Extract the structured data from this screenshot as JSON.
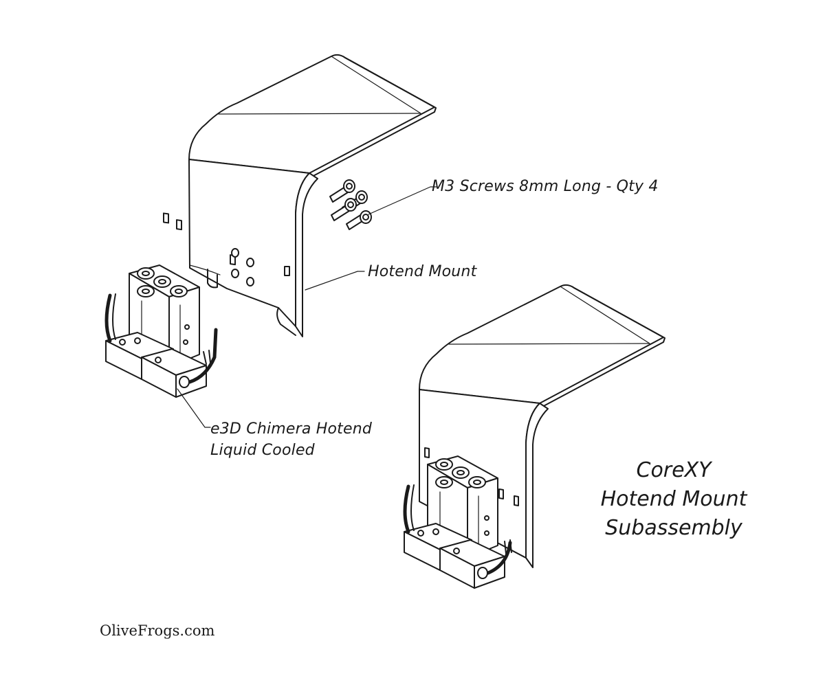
{
  "callouts": {
    "screws": "M3 Screws 8mm Long - Qty 4",
    "mount": "Hotend Mount",
    "hotend_line1": "e3D Chimera Hotend",
    "hotend_line2": "Liquid Cooled"
  },
  "title": {
    "line1": "CoreXY",
    "line2": "Hotend Mount",
    "line3": "Subassembly"
  },
  "footer": "OliveFrogs.com",
  "colors": {
    "ink": "#1a1a1a",
    "background": "#ffffff"
  }
}
